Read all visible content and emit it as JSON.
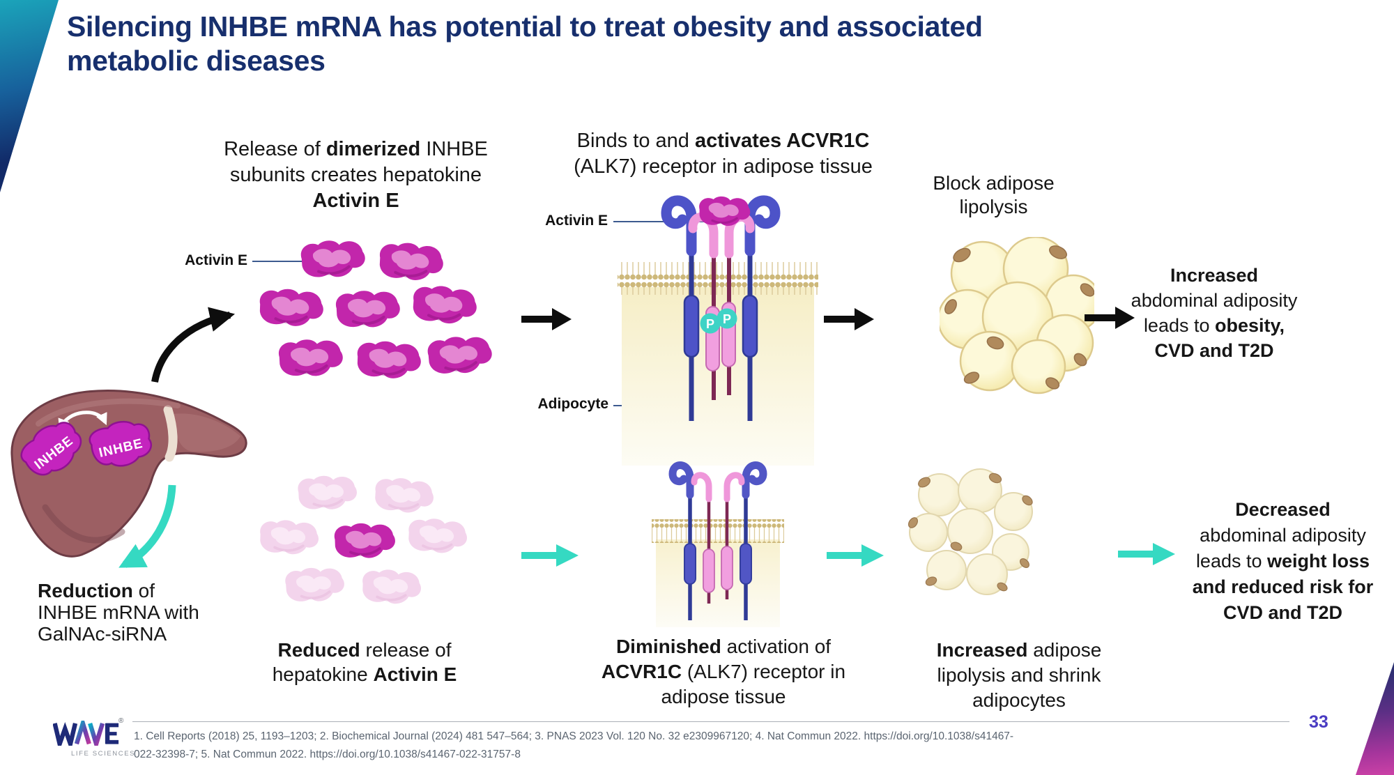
{
  "slide": {
    "title_line1": "Silencing INHBE mRNA has potential to treat obesity and associated",
    "title_line2": "metabolic diseases",
    "page_number": "33"
  },
  "labels": {
    "activin_e_top": "Activin E",
    "activin_e_receptor": "Activin E",
    "adipocyte": "Adipocyte",
    "alk7": "ALK7",
    "inhbe_1": "INHBE",
    "inhbe_2": "INHBE",
    "p1": "P",
    "p2": "P"
  },
  "pathway_top": {
    "release_lines": [
      [
        {
          "t": "Release of "
        },
        {
          "t": "dimerized",
          "b": true
        },
        {
          "t": " INHBE"
        }
      ],
      [
        {
          "t": "subunits creates hepatokine"
        }
      ],
      [
        {
          "t": "Activin E",
          "b": true
        }
      ]
    ],
    "binds_lines": [
      [
        {
          "t": "Binds to and "
        },
        {
          "t": "activates ACVR1C",
          "b": true
        }
      ],
      [
        {
          "t": "(ALK7) receptor in adipose tissue"
        }
      ]
    ],
    "block_lines": [
      [
        {
          "t": "Block adipose"
        }
      ],
      [
        {
          "t": "lipolysis"
        }
      ]
    ],
    "outcome_lines": [
      [
        {
          "t": "Increased",
          "b": true
        }
      ],
      [
        {
          "t": "abdominal adiposity"
        }
      ],
      [
        {
          "t": "leads to "
        },
        {
          "t": "obesity,",
          "b": true
        }
      ],
      [
        {
          "t": "CVD and T2D",
          "b": true
        }
      ]
    ]
  },
  "pathway_bottom": {
    "reduction_lines": [
      [
        {
          "t": "Reduction",
          "b": true
        },
        {
          "t": " of"
        }
      ],
      [
        {
          "t": "INHBE mRNA with"
        }
      ],
      [
        {
          "t": "GalNAc-siRNA"
        }
      ]
    ],
    "reduced_lines": [
      [
        {
          "t": "Reduced",
          "b": true
        },
        {
          "t": " release of"
        }
      ],
      [
        {
          "t": "hepatokine "
        },
        {
          "t": "Activin E",
          "b": true
        }
      ]
    ],
    "diminished_lines": [
      [
        {
          "t": "Diminished",
          "b": true
        },
        {
          "t": " activation of"
        }
      ],
      [
        {
          "t": "ACVR1C",
          "b": true
        },
        {
          "t": " (ALK7) receptor in"
        }
      ],
      [
        {
          "t": "adipose tissue"
        }
      ]
    ],
    "lipolysis_lines": [
      [
        {
          "t": "Increased",
          "b": true
        },
        {
          "t": " adipose"
        }
      ],
      [
        {
          "t": "lipolysis and shrink"
        }
      ],
      [
        {
          "t": "adipocytes"
        }
      ]
    ],
    "outcome_lines": [
      [
        {
          "t": "Decreased",
          "b": true
        }
      ],
      [
        {
          "t": "abdominal adiposity"
        }
      ],
      [
        {
          "t": "leads to "
        },
        {
          "t": "weight loss",
          "b": true
        }
      ],
      [
        {
          "t": "and reduced risk for",
          "b": true
        }
      ],
      [
        {
          "t": "CVD and T2D",
          "b": true
        }
      ]
    ]
  },
  "footer": {
    "logo_brand": "WAVE",
    "logo_reg": "®",
    "logo_sub": "LIFE SCIENCES",
    "citation_line1": "1. Cell Reports (2018) 25, 1193–1203; 2. Biochemical Journal (2024) 481 547–564; 3. PNAS 2023 Vol. 120 No. 32 e2309967120; 4. Nat Commun 2022. https://doi.org/10.1038/s41467-",
    "citation_line2": "022-32398-7;  5. Nat Commun 2022. https://doi.org/10.1038/s41467-022-31757-8"
  },
  "colors": {
    "title_navy": "#172f6d",
    "activin_magenta": "#c226ab",
    "faded_pink": "#f3d4ec",
    "teal_arrow": "#35d9c2",
    "black_arrow": "#0d0d0d",
    "receptor_blue": "#4d53c8",
    "receptor_pink": "#f19fdf",
    "phospho_teal": "#3ed3c6",
    "adipocyte_yellow": "#f2e49c",
    "liver_brown": "#9c5f63",
    "page_number_purple": "#4a3cc2"
  }
}
